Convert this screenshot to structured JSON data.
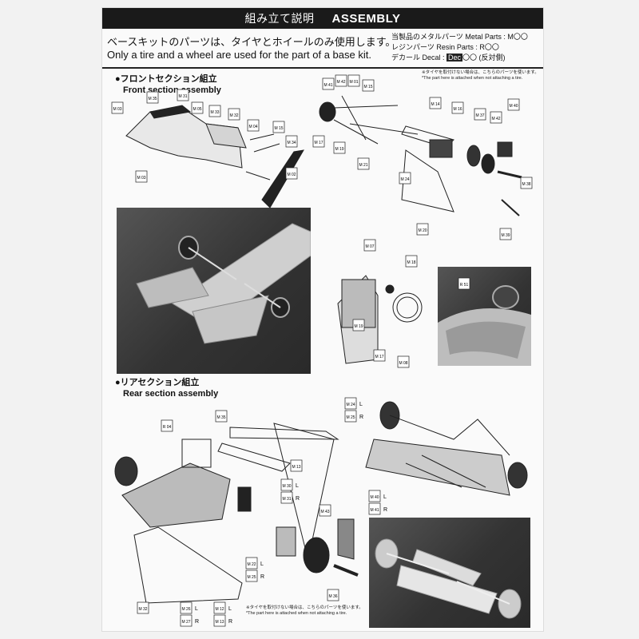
{
  "header": {
    "title_jp": "組み立て説明",
    "title_en": "ASSEMBLY"
  },
  "intro": {
    "jp": "ベースキットのパーツは、タイヤとホイールのみ使用します。",
    "en": "Only a tire and a wheel are used for the part of a base kit."
  },
  "legend": {
    "metal": "当製品のメタルパーツ Metal Parts : M〇〇",
    "resin": "レジンパーツ Resin Parts : R〇〇",
    "decal_prefix": "デカール Decal : ",
    "decal_badge": "Dec",
    "decal_suffix": "〇〇 (反対側)"
  },
  "front": {
    "title_jp": "●フロントセクション組立",
    "title_en": "Front section assembly",
    "note_jp": "※タイヤを取付けない場合は、こちらのパーツを使います。",
    "note_en": "*The part here is attached when not attaching a tire."
  },
  "rear": {
    "title_jp": "●リアセクション組立",
    "title_en": "Rear section assembly",
    "note_jp": "※タイヤを取付けない場合は、こちらのパーツを使います。",
    "note_en": "*The part here is attached when not attaching a tire."
  },
  "tags": {
    "t1": "M 03",
    "t2": "M 35",
    "t3": "M 31",
    "t4": "M 05",
    "t5": "M 33",
    "t6": "M 32",
    "t7": "M 04",
    "t8": "M 15",
    "t9": "M 34",
    "t10": "M 02",
    "t11": "M 03",
    "t12": "M 41",
    "t13": "M 42",
    "t14": "M 01",
    "t15": "M 15",
    "t16": "M 17",
    "t17": "M 19",
    "t18": "M 21",
    "t19": "M 14",
    "t20": "M 16",
    "t21": "M 37",
    "t22": "M 42",
    "t23": "M 40",
    "t24": "M 38",
    "t25": "M 24",
    "t26": "M 20",
    "t27": "M 39",
    "t28": "M 07",
    "t29": "M 18",
    "t30": "M 19",
    "t31": "M 17",
    "t32": "M 08",
    "t33": "R 51",
    "r1": "R 04",
    "r2": "M 35",
    "r3": "M 24",
    "r4": "M 25",
    "r5": "M 13",
    "r6": "M 30",
    "r7": "M 31",
    "r8": "M 43",
    "r9": "M 40",
    "r10": "M 41",
    "r11": "M 22",
    "r12": "M 25",
    "r13": "M 32",
    "r14": "M 26",
    "r15": "M 27",
    "r16": "M 12",
    "r17": "M 13",
    "r18": "M 36"
  },
  "suffixes": {
    "L": "L",
    "R": "R"
  }
}
